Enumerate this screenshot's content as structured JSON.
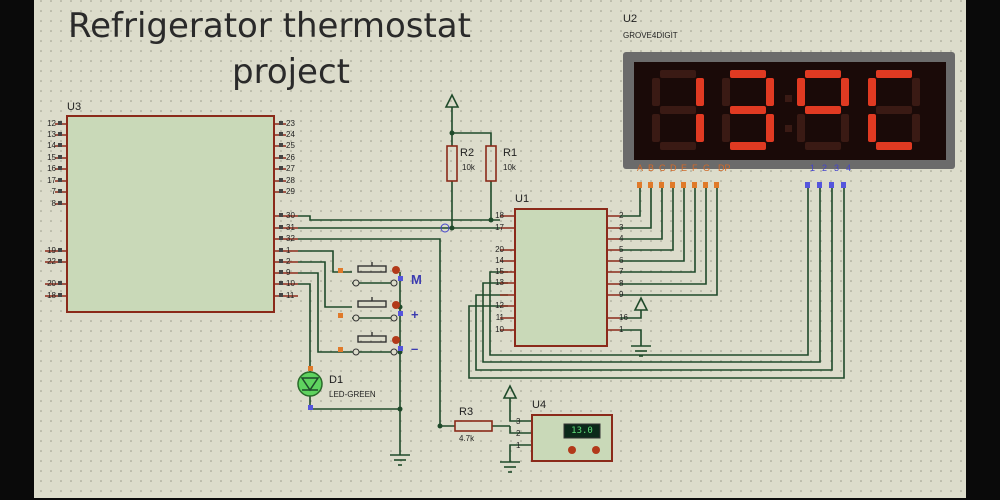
{
  "title": {
    "line1": "Refrigerator thermostat",
    "line2": "project"
  },
  "u3": {
    "ref": "U3",
    "left_pins": [
      "12",
      "13",
      "14",
      "15",
      "16",
      "17",
      "7",
      "8",
      "19",
      "22",
      "20",
      "18"
    ],
    "right_pins": [
      "23",
      "24",
      "25",
      "26",
      "27",
      "28",
      "29",
      "30",
      "31",
      "32",
      "1",
      "2",
      "9",
      "10",
      "11"
    ]
  },
  "u1": {
    "ref": "U1",
    "left_pins": [
      "18",
      "17",
      "20",
      "14",
      "15",
      "13",
      "12",
      "11",
      "10"
    ],
    "right_pins": [
      "2",
      "3",
      "4",
      "5",
      "6",
      "7",
      "8",
      "9",
      "16",
      "1"
    ]
  },
  "u2": {
    "ref": "U2",
    "type": "GROVE4DIGIT",
    "display": [
      "1",
      "3",
      "°",
      "C"
    ],
    "seg_pins": [
      "A",
      "B",
      "C",
      "D",
      "E",
      "F",
      "G",
      "DP"
    ],
    "dig_pins": [
      "1",
      "2",
      "3",
      "4"
    ]
  },
  "r1": {
    "ref": "R1",
    "value": "10k"
  },
  "r2": {
    "ref": "R2",
    "value": "10k"
  },
  "r3": {
    "ref": "R3",
    "value": "4.7k"
  },
  "d1": {
    "ref": "D1",
    "type": "LED-GREEN"
  },
  "u4": {
    "ref": "U4",
    "reading": "13.0",
    "pins": [
      "3",
      "2",
      "1"
    ]
  },
  "buttons": {
    "m": "M",
    "plus": "+",
    "minus": "–"
  },
  "colors": {
    "paper": "#dcdccb",
    "chip": "#c9d9b8",
    "chip_border": "#8b2a1a",
    "wire": "#1f4a2a",
    "segment": "#e03a22",
    "segment_off": "#3a1a14",
    "display_bg": "#6b6b6b",
    "pin_orange": "#e07a2a",
    "pin_blue": "#5555dd"
  }
}
